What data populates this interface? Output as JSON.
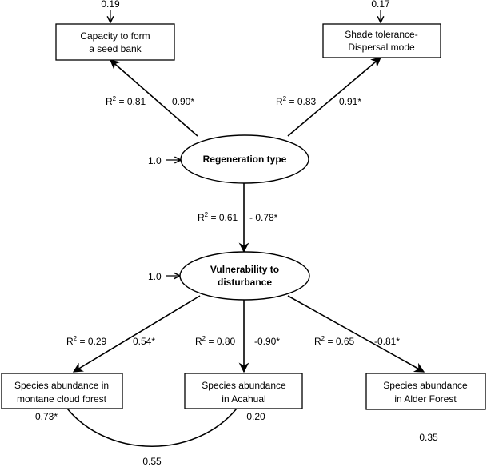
{
  "nodes": {
    "seed_bank": {
      "line1": "Capacity to form",
      "line2": "a seed bank"
    },
    "shade": {
      "line1": "Shade tolerance-",
      "line2": "Dispersal mode"
    },
    "regeneration": {
      "label": "Regeneration type"
    },
    "vulnerability": {
      "line1": "Vulnerability to",
      "line2": "disturbance"
    },
    "cloud_forest": {
      "line1": "Species abundance in",
      "line2": "montane cloud forest"
    },
    "acahual": {
      "line1": "Species abundance",
      "line2": "in Acahual"
    },
    "alder": {
      "line1": "Species abundance",
      "line2": "in Alder Forest"
    }
  },
  "errors": {
    "seed_bank": "0.19",
    "shade": "0.17",
    "regeneration": "1.0",
    "vulnerability": "1.0",
    "cloud_forest": "0.73*",
    "acahual": "0.20",
    "alder": "0.35"
  },
  "paths": {
    "reg_seed": {
      "r2": "0.81",
      "coef": "0.90*"
    },
    "reg_shade": {
      "r2": "0.83",
      "coef": "0.91*"
    },
    "reg_vul": {
      "r2": "0.61",
      "coef": "- 0.78*"
    },
    "vul_cloud": {
      "r2": "0.29",
      "coef": "0.54*"
    },
    "vul_acahual": {
      "r2": "0.80",
      "coef": "-0.90*"
    },
    "vul_alder": {
      "r2": "0.65",
      "coef": "-0.81*"
    }
  },
  "r2_prefix": "R",
  "r2_sup": "2",
  "r2_eq": " = ",
  "covariance": "0.55"
}
